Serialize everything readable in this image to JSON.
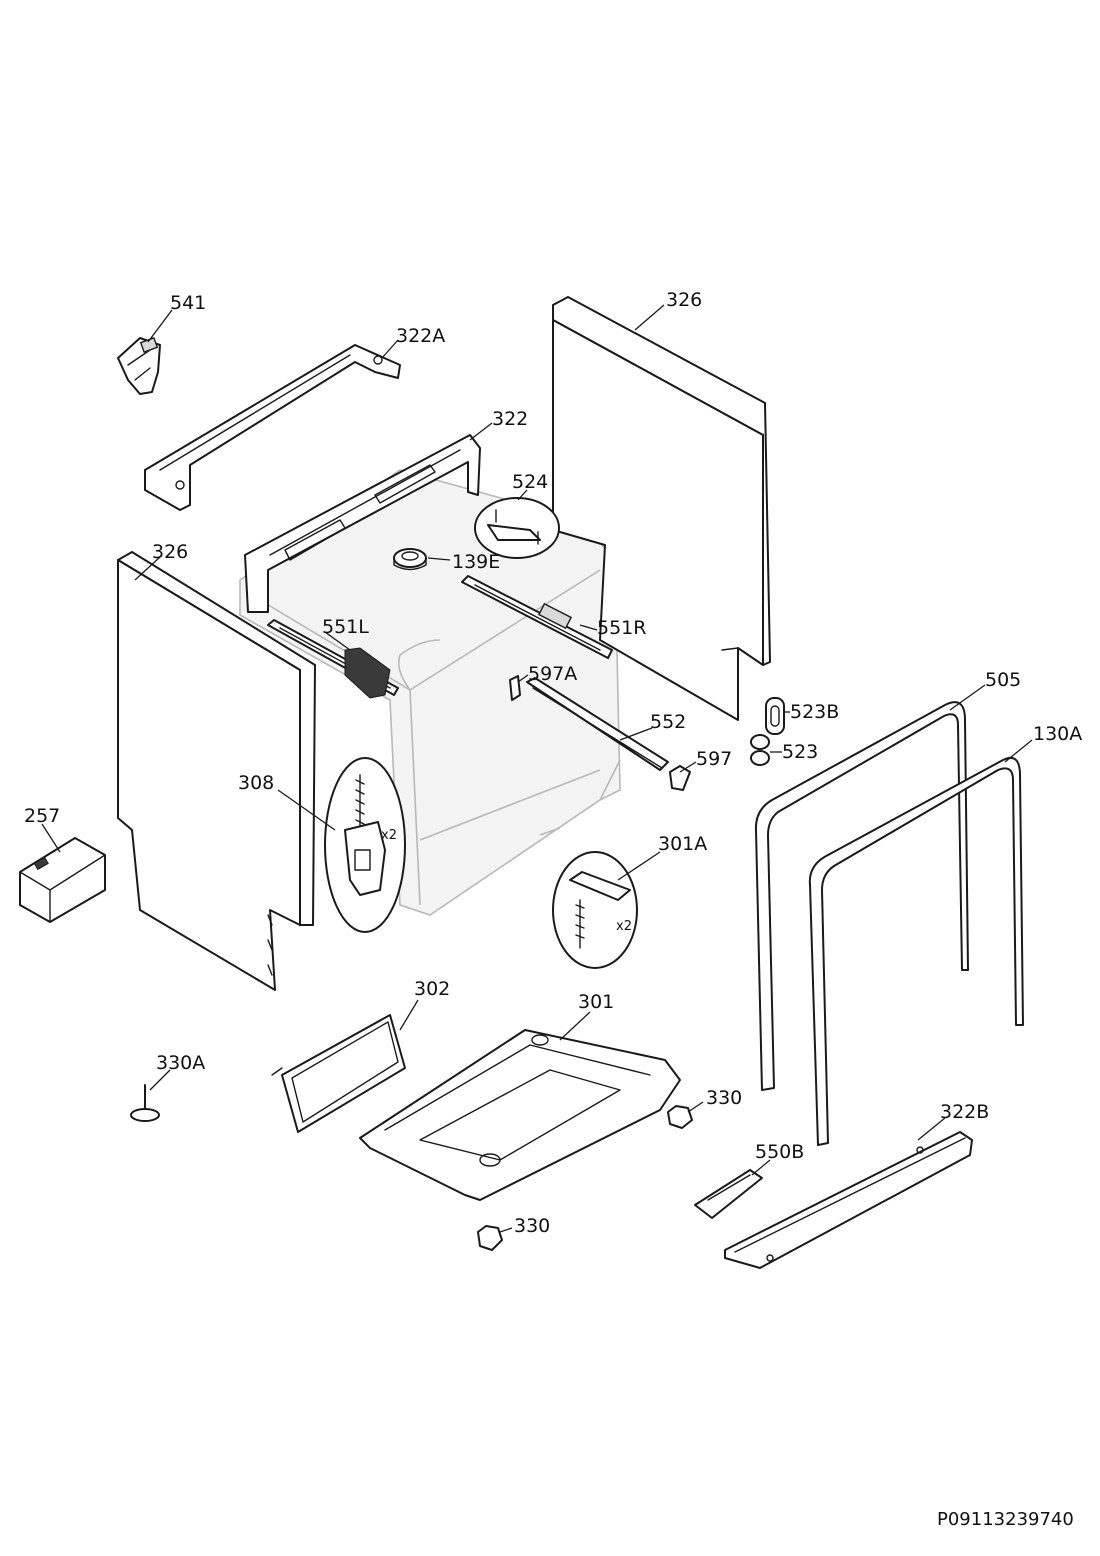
{
  "reference_code": "P09113239740",
  "callouts": {
    "c541": "541",
    "c322A": "322A",
    "c326_top": "326",
    "c322": "322",
    "c524": "524",
    "c326_left": "326",
    "c139E": "139E",
    "c551L": "551L",
    "c551R": "551R",
    "c597A": "597A",
    "c505": "505",
    "c523B": "523B",
    "c130A": "130A",
    "c552": "552",
    "c523": "523",
    "c597": "597",
    "c308": "308",
    "c257": "257",
    "c301A": "301A",
    "c302": "302",
    "c301": "301",
    "c330A": "330A",
    "c330_right": "330",
    "c322B": "322B",
    "c550B": "550B",
    "c330_bottom": "330"
  },
  "multipliers": {
    "x2_308": "x2",
    "x2_301A": "x2"
  }
}
